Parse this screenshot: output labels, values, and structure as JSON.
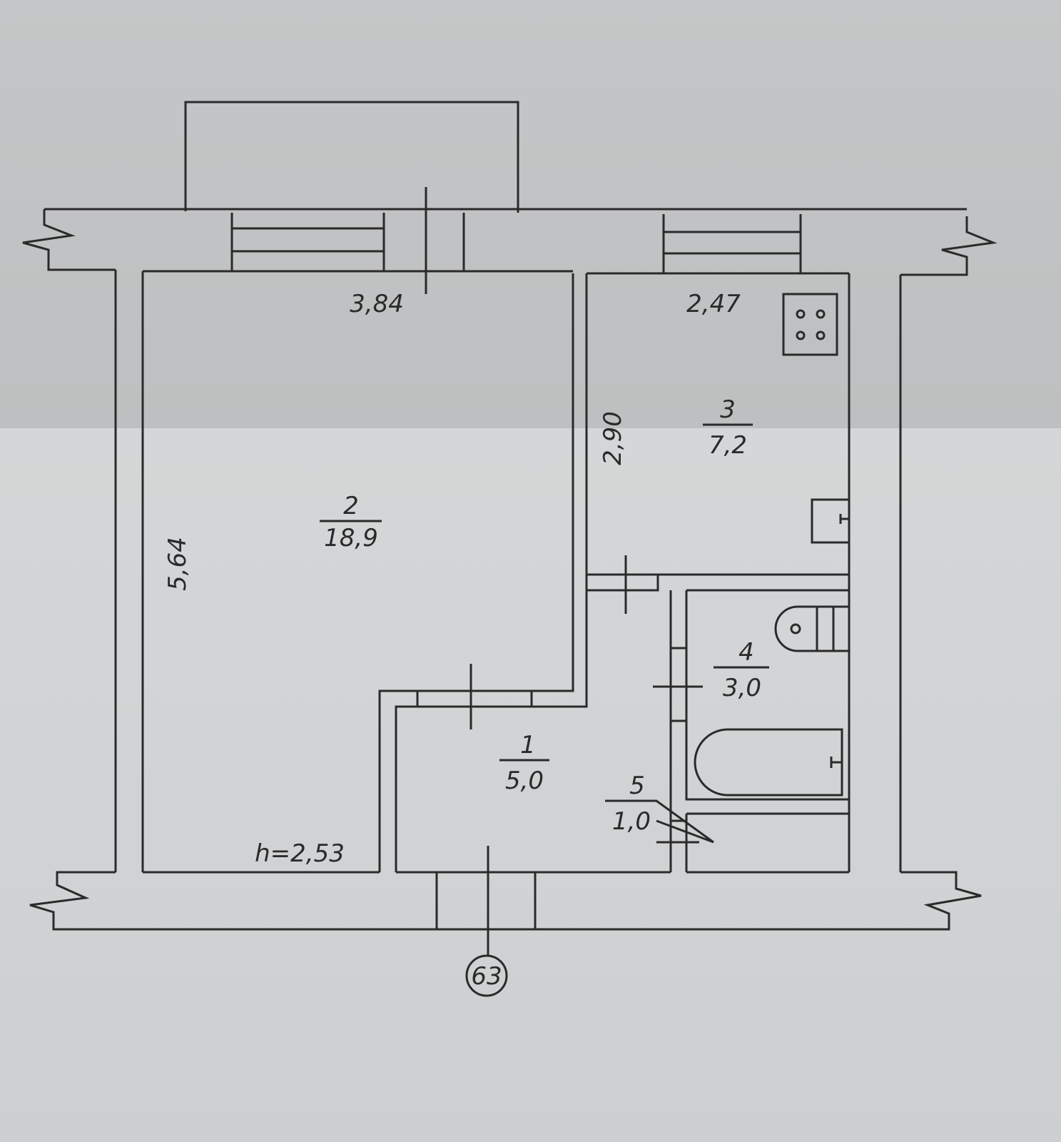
{
  "plan": {
    "dimensions": {
      "room2_width": "3,84",
      "kitchen_width": "2,47",
      "kitchen_depth": "2,90",
      "room2_depth": "5,64",
      "ceiling_height": "h=2,53"
    },
    "rooms": [
      {
        "number": "1",
        "area": "5,0"
      },
      {
        "number": "2",
        "area": "18,9"
      },
      {
        "number": "3",
        "area": "7,2"
      },
      {
        "number": "4",
        "area": "3,0"
      },
      {
        "number": "5",
        "area": "1,0"
      }
    ],
    "apartment_number": "63"
  }
}
